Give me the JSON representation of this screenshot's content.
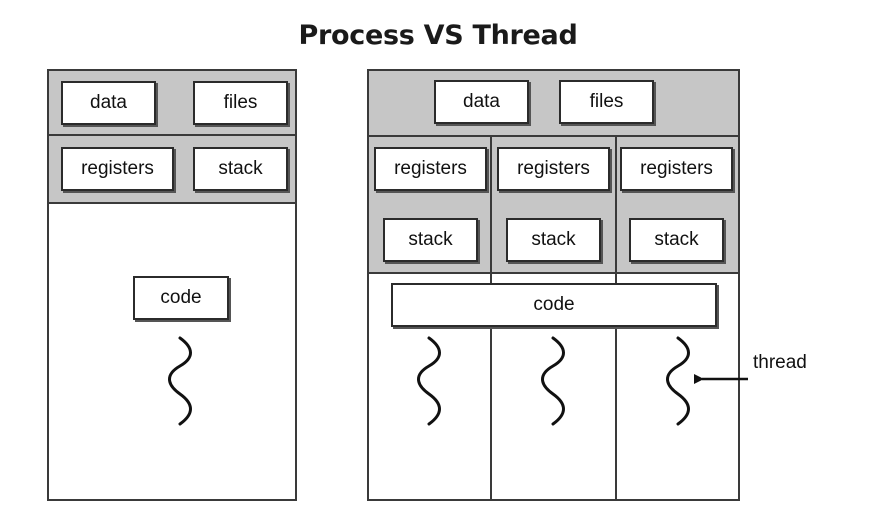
{
  "title": "Process VS Thread",
  "process": {
    "data_label": "data",
    "files_label": "files",
    "registers_label": "registers",
    "stack_label": "stack",
    "code_label": "code"
  },
  "threaded": {
    "data_label": "data",
    "files_label": "files",
    "code_label": "code",
    "threads": [
      {
        "registers_label": "registers",
        "stack_label": "stack"
      },
      {
        "registers_label": "registers",
        "stack_label": "stack"
      },
      {
        "registers_label": "registers",
        "stack_label": "stack"
      }
    ],
    "thread_annotation": "thread"
  }
}
